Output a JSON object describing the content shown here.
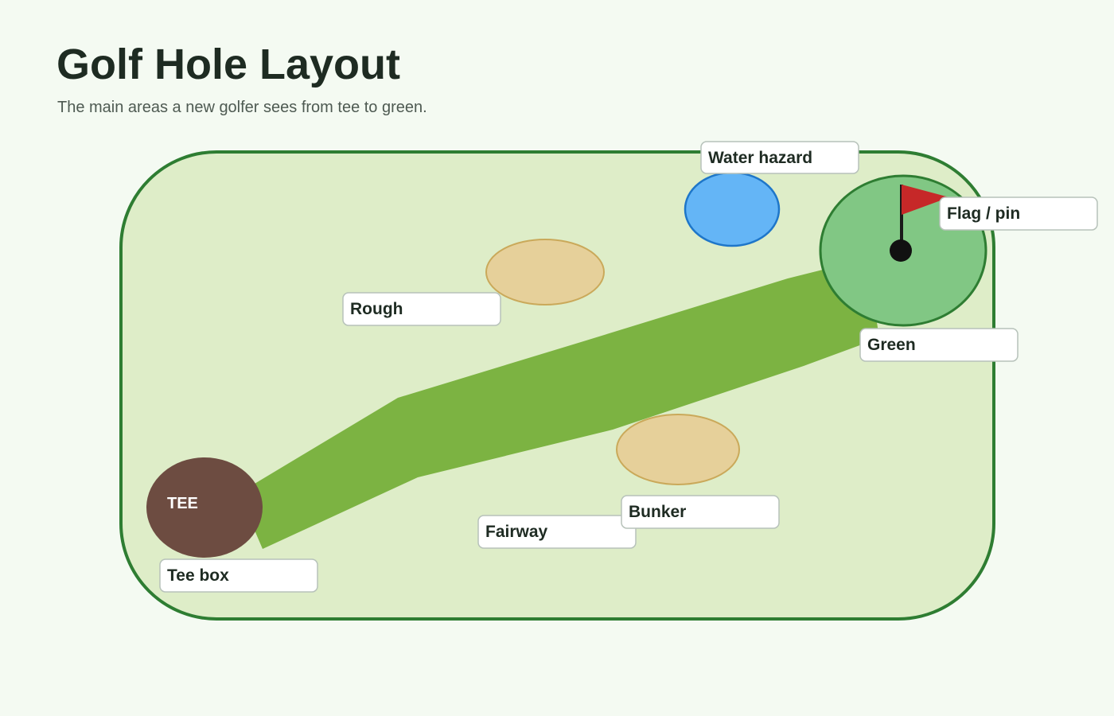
{
  "header": {
    "title": "Golf Hole Layout",
    "subtitle": "The main areas a new golfer sees from tee to green."
  },
  "tee_marker": "TEE",
  "labels": {
    "water_hazard": "Water hazard",
    "flag_pin": "Flag / pin",
    "rough": "Rough",
    "green": "Green",
    "bunker": "Bunker",
    "fairway": "Fairway",
    "tee_box": "Tee box"
  },
  "colors": {
    "background": "#f4faf2",
    "rough": "#deedc8",
    "course_border": "#2e7d32",
    "fairway": "#7cb342",
    "green": "#81c784",
    "bunker": "#e6d09a",
    "water": "#64b5f6",
    "tee_box": "#6d4c41",
    "flag": "#c62828"
  }
}
